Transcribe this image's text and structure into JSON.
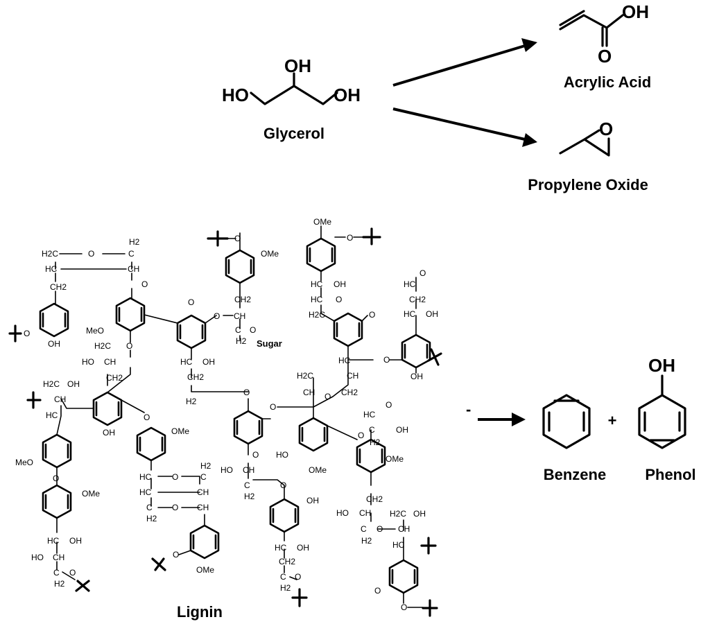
{
  "glycerol": {
    "name": "Glycerol",
    "oh_top": "OH",
    "ho_left": "HO",
    "oh_right": "OH"
  },
  "acrylic_acid": {
    "name": "Acrylic Acid",
    "oh": "OH",
    "o": "O"
  },
  "propylene_oxide": {
    "name": "Propylene Oxide",
    "o": "O"
  },
  "lignin": {
    "name": "Lignin",
    "labels": {
      "h2c_a": "H2C",
      "o_a": "O",
      "c_a": "C",
      "h2_a": "H2",
      "hc_a": "HC",
      "ch_a": "CH",
      "ch2_a": "CH2",
      "o_b": "O",
      "x_o_left": "O",
      "oh_a": "OH",
      "meo_a": "MeO",
      "o_c": "O",
      "h2c_b": "H2C",
      "o_d": "O",
      "ho_a": "HO",
      "ch_b": "CH",
      "ch2_b": "CH2",
      "o_e": "O",
      "hc_oh_a": "HC",
      "oh_b": "OH",
      "ch2_c": "CH2",
      "h2_b": "H2",
      "o_f": "O",
      "c_o_sugar": "C",
      "o_sugar": "O",
      "sugar": "Sugar",
      "h2_sugar": "H2",
      "ch_sugar": "CH",
      "ch2_sugar": "CH2",
      "o_top1": "O",
      "ome_top1": "OMe",
      "ome_top2": "OMe",
      "o_top2": "O",
      "hc_top2": "HC",
      "oh_top2": "OH",
      "hc_top3": "HC",
      "o_top3": "O",
      "h2c_top3": "H2C",
      "o_top4": "O",
      "hc_ald": "HC",
      "o_ald": "O",
      "ch2_ald": "CH2",
      "hc_ald2": "HC",
      "oh_ald": "OH",
      "o_ald2": "O",
      "oh_ald2": "OH",
      "hc_mid": "HC",
      "h2c_mid": "H2C",
      "ch_mid": "CH",
      "o_mid": "O",
      "ch_mid2": "CH",
      "ch2_mid": "CH2",
      "o_mid2": "O",
      "h2c_l": "H2C",
      "oh_l": "OH",
      "ch_l": "CH",
      "hc_l": "HC",
      "oh_l2": "OH",
      "o_l": "O",
      "ome_l": "OMe",
      "meo_l": "MeO",
      "o_l2": "O",
      "ome_l2": "OMe",
      "hc_l3": "HC",
      "oh_l3": "OH",
      "ho_l3": "HO",
      "ch_l3": "CH",
      "c_l3": "C",
      "o_l3": "O",
      "h2_l3": "H2",
      "hc_c1": "HC",
      "o_c1": "O",
      "c_c1": "C",
      "h2_c1": "H2",
      "hc_c2": "HC",
      "ch_c2": "CH",
      "c_c3": "C",
      "o_c3": "O",
      "ch_c3": "CH",
      "h2_c3": "H2",
      "o_c4": "O",
      "ome_c4": "OMe",
      "o_cen": "O",
      "ho_cen": "HO",
      "ch_cen": "CH",
      "c_cen": "C",
      "h2_cen": "H2",
      "o_cen2": "O",
      "oh_cen": "OH",
      "hc_cen3": "HC",
      "oh_cen3": "OH",
      "ch2_cen3": "CH2",
      "c_cen3": "C",
      "o_cen3": "O",
      "h2_cen3": "H2",
      "ho_r": "HO",
      "ome_r": "OMe",
      "ome_r2": "OMe",
      "hc_r": "HC",
      "o_r": "O",
      "c_r": "C",
      "oh_r": "OH",
      "h2_r": "H2",
      "o_r2": "O",
      "ch2_r": "CH2",
      "ho_r3": "HO",
      "ch_r3": "CH",
      "c_r3": "C",
      "o_r3": "O",
      "h2_r3": "H2",
      "h2c_r4": "H2C",
      "oh_r4": "OH",
      "ch_r4": "CH",
      "hc_r4": "HC",
      "o_r5": "O",
      "o_r6": "O"
    }
  },
  "products": {
    "benzene": "Benzene",
    "plus": "+",
    "phenol": "Phenol",
    "oh": "OH",
    "minus": "-"
  }
}
